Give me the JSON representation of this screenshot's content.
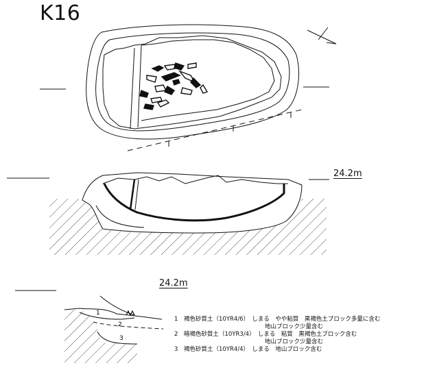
{
  "figure": {
    "id_label": "K16",
    "elevation_1": "24.2m",
    "elevation_2": "24.2m"
  },
  "section": {
    "layer_numbers": [
      "1",
      "2",
      "3"
    ]
  },
  "legend": {
    "items": [
      {
        "num": "1",
        "desc": "褐色砂質土（10YR4/6）　しまる　やや粘質　黒褐色土ブロック多量に含む",
        "note": "地山ブロック少量含む"
      },
      {
        "num": "2",
        "desc": "暗褐色砂質土（10YR3/4）　しまる　粘質　黒褐色土ブロック含む",
        "note": "地山ブロック少量含む"
      },
      {
        "num": "3",
        "desc": "褐色砂質土（10YR4/4）　しまる　地山ブロック含む",
        "note": ""
      }
    ]
  }
}
